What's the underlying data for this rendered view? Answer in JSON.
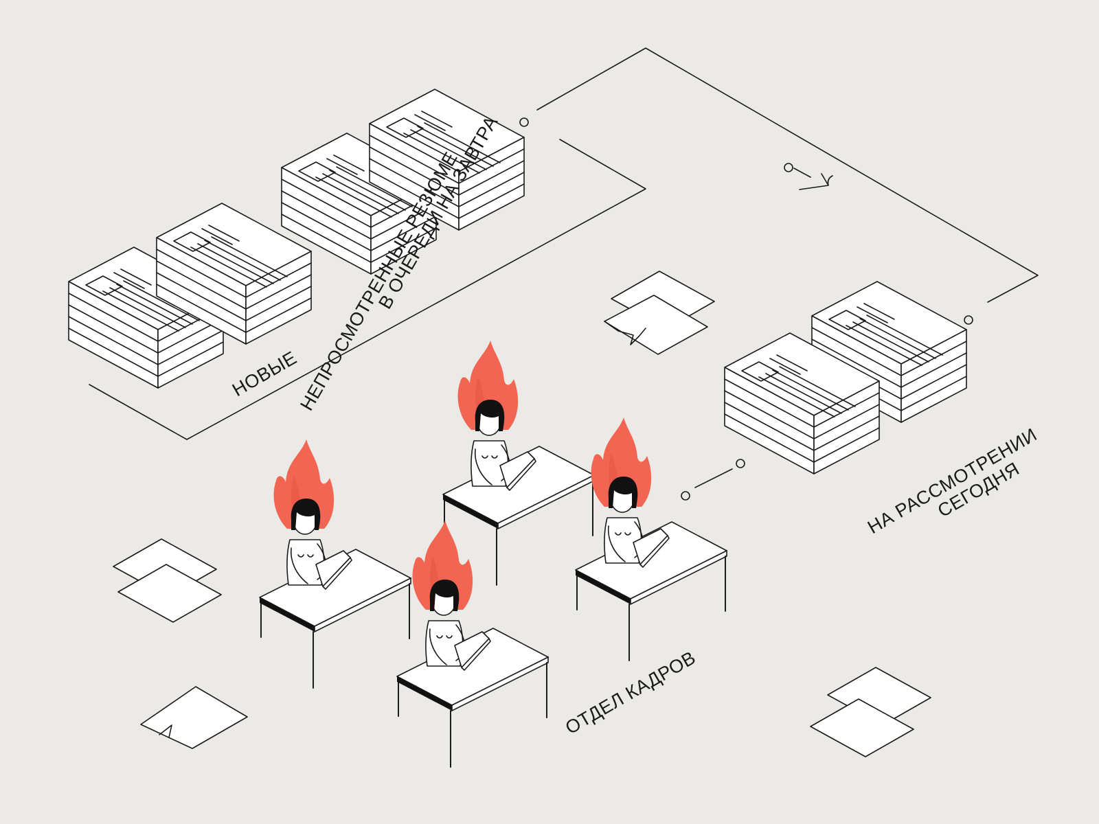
{
  "labels": {
    "new": "НОВЫЕ",
    "unviewed": "НЕПРОСМОТРЕННЫЕ РЕЗЮМЕ",
    "queue_tomorrow": "В ОЧЕРЕДИ НА ЗАВТРА",
    "review_today_line1": "НА РАССМОТРЕНИИ",
    "review_today_line2": "СЕГОДНЯ",
    "hr_department": "ОТДЕЛ КАДРОВ"
  },
  "colors": {
    "background": "#ebeae7",
    "line": "#1a1a1a",
    "paper": "#ffffff",
    "flame": "#f26552",
    "flame_dark": "#e04a3a",
    "hair": "#111111"
  },
  "icons": {
    "stack": "resume-stack-icon",
    "sheet": "loose-sheet-icon",
    "flame": "burnout-flame-icon",
    "arrow": "flow-arrow-icon"
  }
}
